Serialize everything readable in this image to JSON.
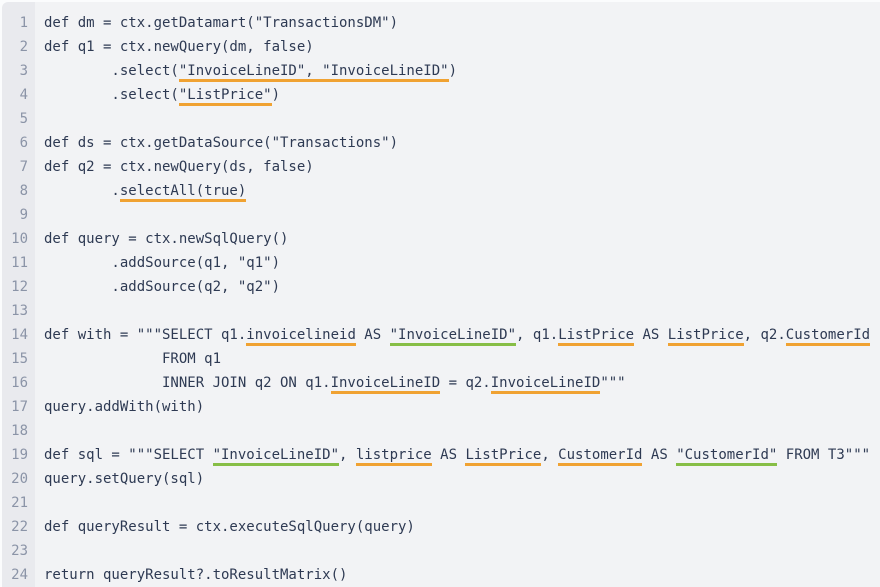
{
  "editor": {
    "kind": "script-code-viewer",
    "language": "groovy-sql",
    "colors": {
      "page_bg": "#fbfcfd",
      "panel_bg": "#f2f3f5",
      "gutter_bg": "#e9eaee",
      "line_number": "#8b94a7",
      "code_text": "#2e3a53",
      "underline_orange": "#f0a232",
      "underline_green": "#87be46"
    },
    "lines": [
      {
        "n": "1",
        "s": [
          {
            "t": "def dm = ctx.getDatamart(\"TransactionsDM\")"
          }
        ]
      },
      {
        "n": "2",
        "s": [
          {
            "t": "def q1 = ctx.newQuery(dm, false)"
          }
        ]
      },
      {
        "n": "3",
        "s": [
          {
            "t": "        .select("
          },
          {
            "t": "\"InvoiceLineID\", \"InvoiceLineID\"",
            "u": "orange"
          },
          {
            "t": ")"
          }
        ]
      },
      {
        "n": "4",
        "s": [
          {
            "t": "        .select("
          },
          {
            "t": "\"ListPrice\"",
            "u": "orange"
          },
          {
            "t": ")"
          }
        ]
      },
      {
        "n": "5",
        "s": []
      },
      {
        "n": "6",
        "s": [
          {
            "t": "def ds = ctx.getDataSource(\"Transactions\")"
          }
        ]
      },
      {
        "n": "7",
        "s": [
          {
            "t": "def q2 = ctx.newQuery(ds, false)"
          }
        ]
      },
      {
        "n": "8",
        "s": [
          {
            "t": "        ."
          },
          {
            "t": "selectAll(true)",
            "u": "orange"
          }
        ]
      },
      {
        "n": "9",
        "s": []
      },
      {
        "n": "10",
        "s": [
          {
            "t": "def query = ctx.newSqlQuery()"
          }
        ]
      },
      {
        "n": "11",
        "s": [
          {
            "t": "        .addSource(q1, \"q1\")"
          }
        ]
      },
      {
        "n": "12",
        "s": [
          {
            "t": "        .addSource(q2, \"q2\")"
          }
        ]
      },
      {
        "n": "13",
        "s": []
      },
      {
        "n": "14",
        "s": [
          {
            "t": "def with = \"\"\"SELECT q1."
          },
          {
            "t": "invoicelineid",
            "u": "orange"
          },
          {
            "t": " AS "
          },
          {
            "t": "\"InvoiceLineID\"",
            "u": "green"
          },
          {
            "t": ", q1."
          },
          {
            "t": "ListPrice",
            "u": "orange"
          },
          {
            "t": " AS "
          },
          {
            "t": "ListPrice",
            "u": "orange"
          },
          {
            "t": ", q2."
          },
          {
            "t": "CustomerId",
            "u": "orange"
          }
        ]
      },
      {
        "n": "15",
        "s": [
          {
            "t": "              FROM q1"
          }
        ]
      },
      {
        "n": "16",
        "s": [
          {
            "t": "              INNER JOIN q2 ON q1."
          },
          {
            "t": "InvoiceLineID",
            "u": "orange"
          },
          {
            "t": " = q2."
          },
          {
            "t": "InvoiceLineID",
            "u": "orange"
          },
          {
            "t": "\"\"\""
          }
        ]
      },
      {
        "n": "17",
        "s": [
          {
            "t": "query.addWith(with)"
          }
        ]
      },
      {
        "n": "18",
        "s": []
      },
      {
        "n": "19",
        "s": [
          {
            "t": "def sql = \"\"\"SELECT "
          },
          {
            "t": "\"InvoiceLineID\"",
            "u": "green"
          },
          {
            "t": ", "
          },
          {
            "t": "listprice",
            "u": "orange"
          },
          {
            "t": " AS "
          },
          {
            "t": "ListPrice",
            "u": "orange"
          },
          {
            "t": ", "
          },
          {
            "t": "CustomerId",
            "u": "orange"
          },
          {
            "t": " AS "
          },
          {
            "t": "\"CustomerId\"",
            "u": "green"
          },
          {
            "t": " FROM T3\"\"\""
          }
        ]
      },
      {
        "n": "20",
        "s": [
          {
            "t": "query.setQuery(sql)"
          }
        ]
      },
      {
        "n": "21",
        "s": []
      },
      {
        "n": "22",
        "s": [
          {
            "t": "def queryResult = ctx.executeSqlQuery(query)"
          }
        ]
      },
      {
        "n": "23",
        "s": []
      },
      {
        "n": "24",
        "s": [
          {
            "t": "return queryResult?.toResultMatrix()"
          }
        ]
      }
    ]
  }
}
